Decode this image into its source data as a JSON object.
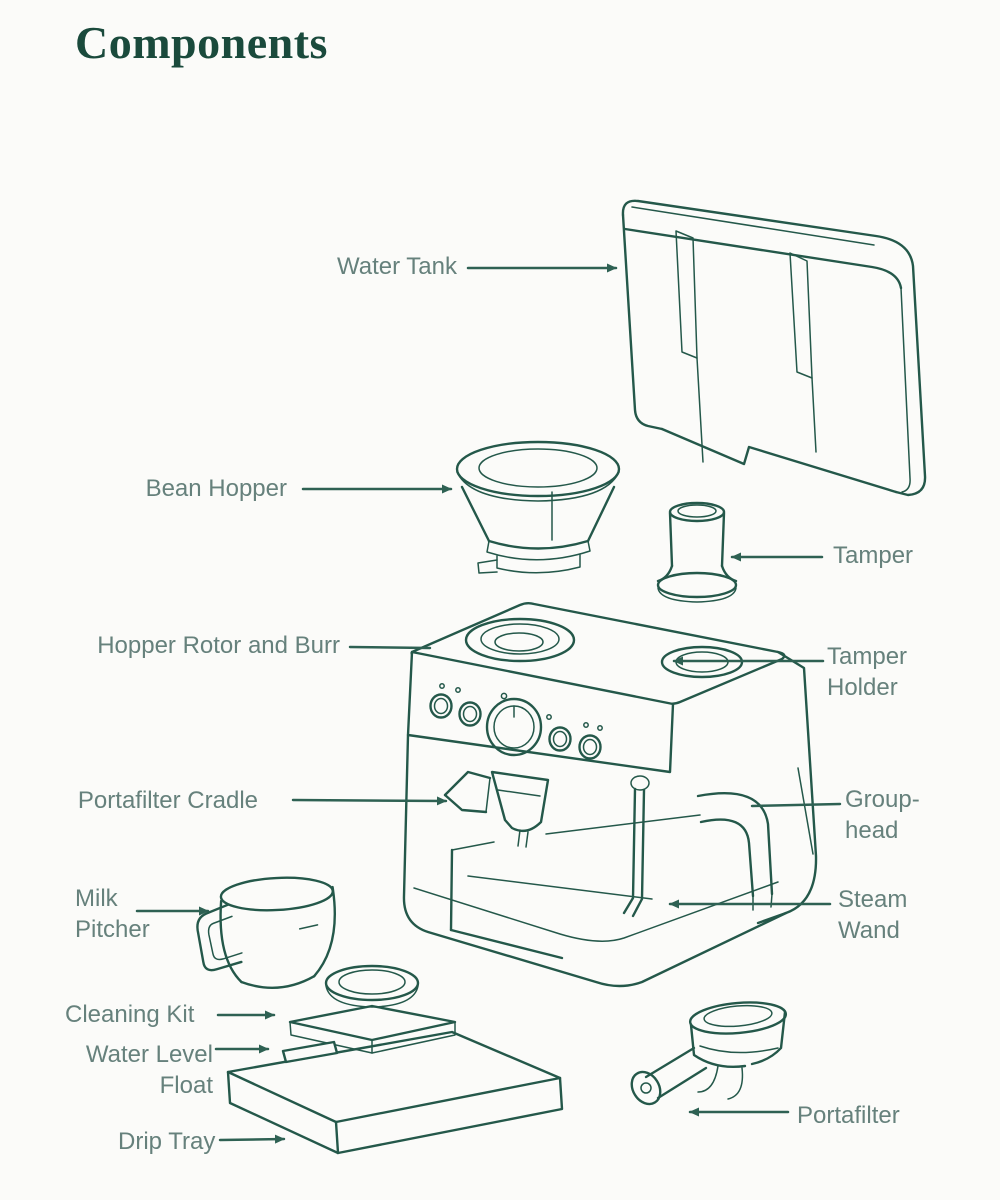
{
  "page": {
    "title": "Components"
  },
  "colors": {
    "title": "#1a4a3c",
    "label": "#66817c",
    "ink": "#24584a",
    "arrow": "#2e6153",
    "bg": "#fbfbf9"
  },
  "labels": {
    "water_tank": "Water Tank",
    "bean_hopper": "Bean Hopper",
    "tamper": "Tamper",
    "hopper_rotor_and_burr": "Hopper Rotor and Burr",
    "tamper_holder": "Tamper\nHolder",
    "portafilter_cradle": "Portafilter Cradle",
    "group_head": "Group-\nhead",
    "milk_pitcher": "Milk\nPitcher",
    "steam_wand": "Steam\nWand",
    "cleaning_kit": "Cleaning Kit",
    "water_level_float": "Water Level\nFloat",
    "drip_tray": "Drip Tray",
    "portafilter": "Portafilter"
  }
}
